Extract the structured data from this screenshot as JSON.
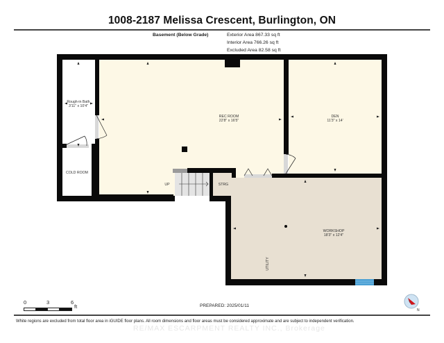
{
  "header": {
    "title": "1008-2187 Melissa Crescent, Burlington, ON",
    "floor_label": "Basement (Below Grade)",
    "exterior_area": "Exterior Area 867.33 sq ft",
    "interior_area": "Interior Area 766.26 sq ft",
    "excluded_area": "Excluded Area 82.58 sq ft"
  },
  "rooms": [
    {
      "name": "Rough-in Bath",
      "dims": "3'11\" x 10'4\""
    },
    {
      "name": "COLD ROOM",
      "dims": ""
    },
    {
      "name": "REC ROOM",
      "dims": "22'8\" x 16'5\""
    },
    {
      "name": "DEN",
      "dims": "11'3\" x 14'"
    },
    {
      "name": "STRG",
      "dims": ""
    },
    {
      "name": "WORKSHOP",
      "dims": "18'3\" x 12'4\""
    },
    {
      "name": "UTILITY",
      "dims": ""
    }
  ],
  "stairs": {
    "label": "UP"
  },
  "scale_bar": {
    "ticks": [
      "0",
      "3",
      "6"
    ],
    "unit": "ft"
  },
  "footer": {
    "prepared": "PREPARED: 2025/01/11",
    "disclaimer": "White regions are excluded from total floor area in iGUIDE floor plans. All room dimensions and floor areas must be considered approximate and are subject to independent verification.",
    "watermark": "RE/MAX ESCARPMENT REALTY INC., Brokerage"
  },
  "colors": {
    "wall": "#0a0a0a",
    "finished_floor": "#fdf8e6",
    "unfinished_floor": "#e8e0d2",
    "excluded_floor": "#ffffff",
    "window": "#4a9fd4",
    "door_gap": "#d8d8d8",
    "compass_red": "#d0151b",
    "compass_bg": "#cfe3f3"
  }
}
